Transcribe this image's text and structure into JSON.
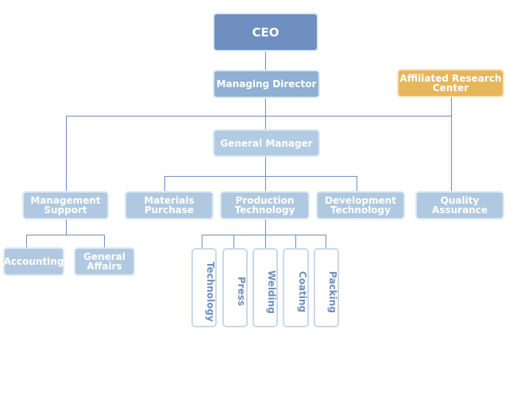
{
  "colors": {
    "line": "#6f8fc0",
    "ceo": "#6f8fc0",
    "managing_director": "#8fb0d2",
    "general_manager": "#b3cbe2",
    "department": "#b0c8e0",
    "affiliated": "#e8b65a"
  },
  "nodes": {
    "ceo": "CEO",
    "managing_director": "Managing Director",
    "affiliated_research_center": "Affiliated Research\nCenter",
    "general_manager": "General Manager",
    "management_support": "Management\nSupport",
    "materials_purchase": "Materials\nPurchase",
    "production_technology": "Production\nTechnology",
    "development_technology": "Development\nTechnology",
    "quality_assurance": "Quality\nAssurance",
    "accounting": "Accounting",
    "general_affairs": "General\nAffairs",
    "technology": "Technology",
    "press": "Press",
    "welding": "Welding",
    "coating": "Coating",
    "packing": "Packing"
  }
}
